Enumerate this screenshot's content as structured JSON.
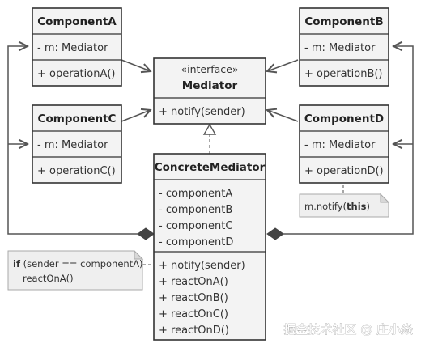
{
  "classes": {
    "componentA": {
      "name": "ComponentA",
      "attribute": "- m: Mediator",
      "operation": "+ operationA()"
    },
    "componentB": {
      "name": "ComponentB",
      "attribute": "- m: Mediator",
      "operation": "+ operationB()"
    },
    "componentC": {
      "name": "ComponentC",
      "attribute": "- m: Mediator",
      "operation": "+ operationC()"
    },
    "componentD": {
      "name": "ComponentD",
      "attribute": "- m: Mediator",
      "operation": "+ operationD()"
    },
    "mediator": {
      "stereotype": "«interface»",
      "name": "Mediator",
      "operation": "+ notify(sender)"
    },
    "concreteMediator": {
      "name": "ConcreteMediator",
      "attributes": [
        "- componentA",
        "- componentB",
        "- componentC",
        "- componentD"
      ],
      "operations": [
        "+ notify(sender)",
        "+ reactOnA()",
        "+ reactOnB()",
        "+ reactOnC()",
        "+ reactOnD()"
      ]
    }
  },
  "notes": {
    "componentNote": {
      "prefix": "m.notify(",
      "keyword": "this",
      "suffix": ")"
    },
    "mediatorNote": {
      "keyword": "if",
      "condition": " (sender == componentA)",
      "line2": "reactOnA()"
    }
  },
  "watermark": "掘金技术社区 @ 庄小焱",
  "colors": {
    "box_fill": "#f3f3f3",
    "stroke": "#333333",
    "note_fill": "#efefef"
  }
}
